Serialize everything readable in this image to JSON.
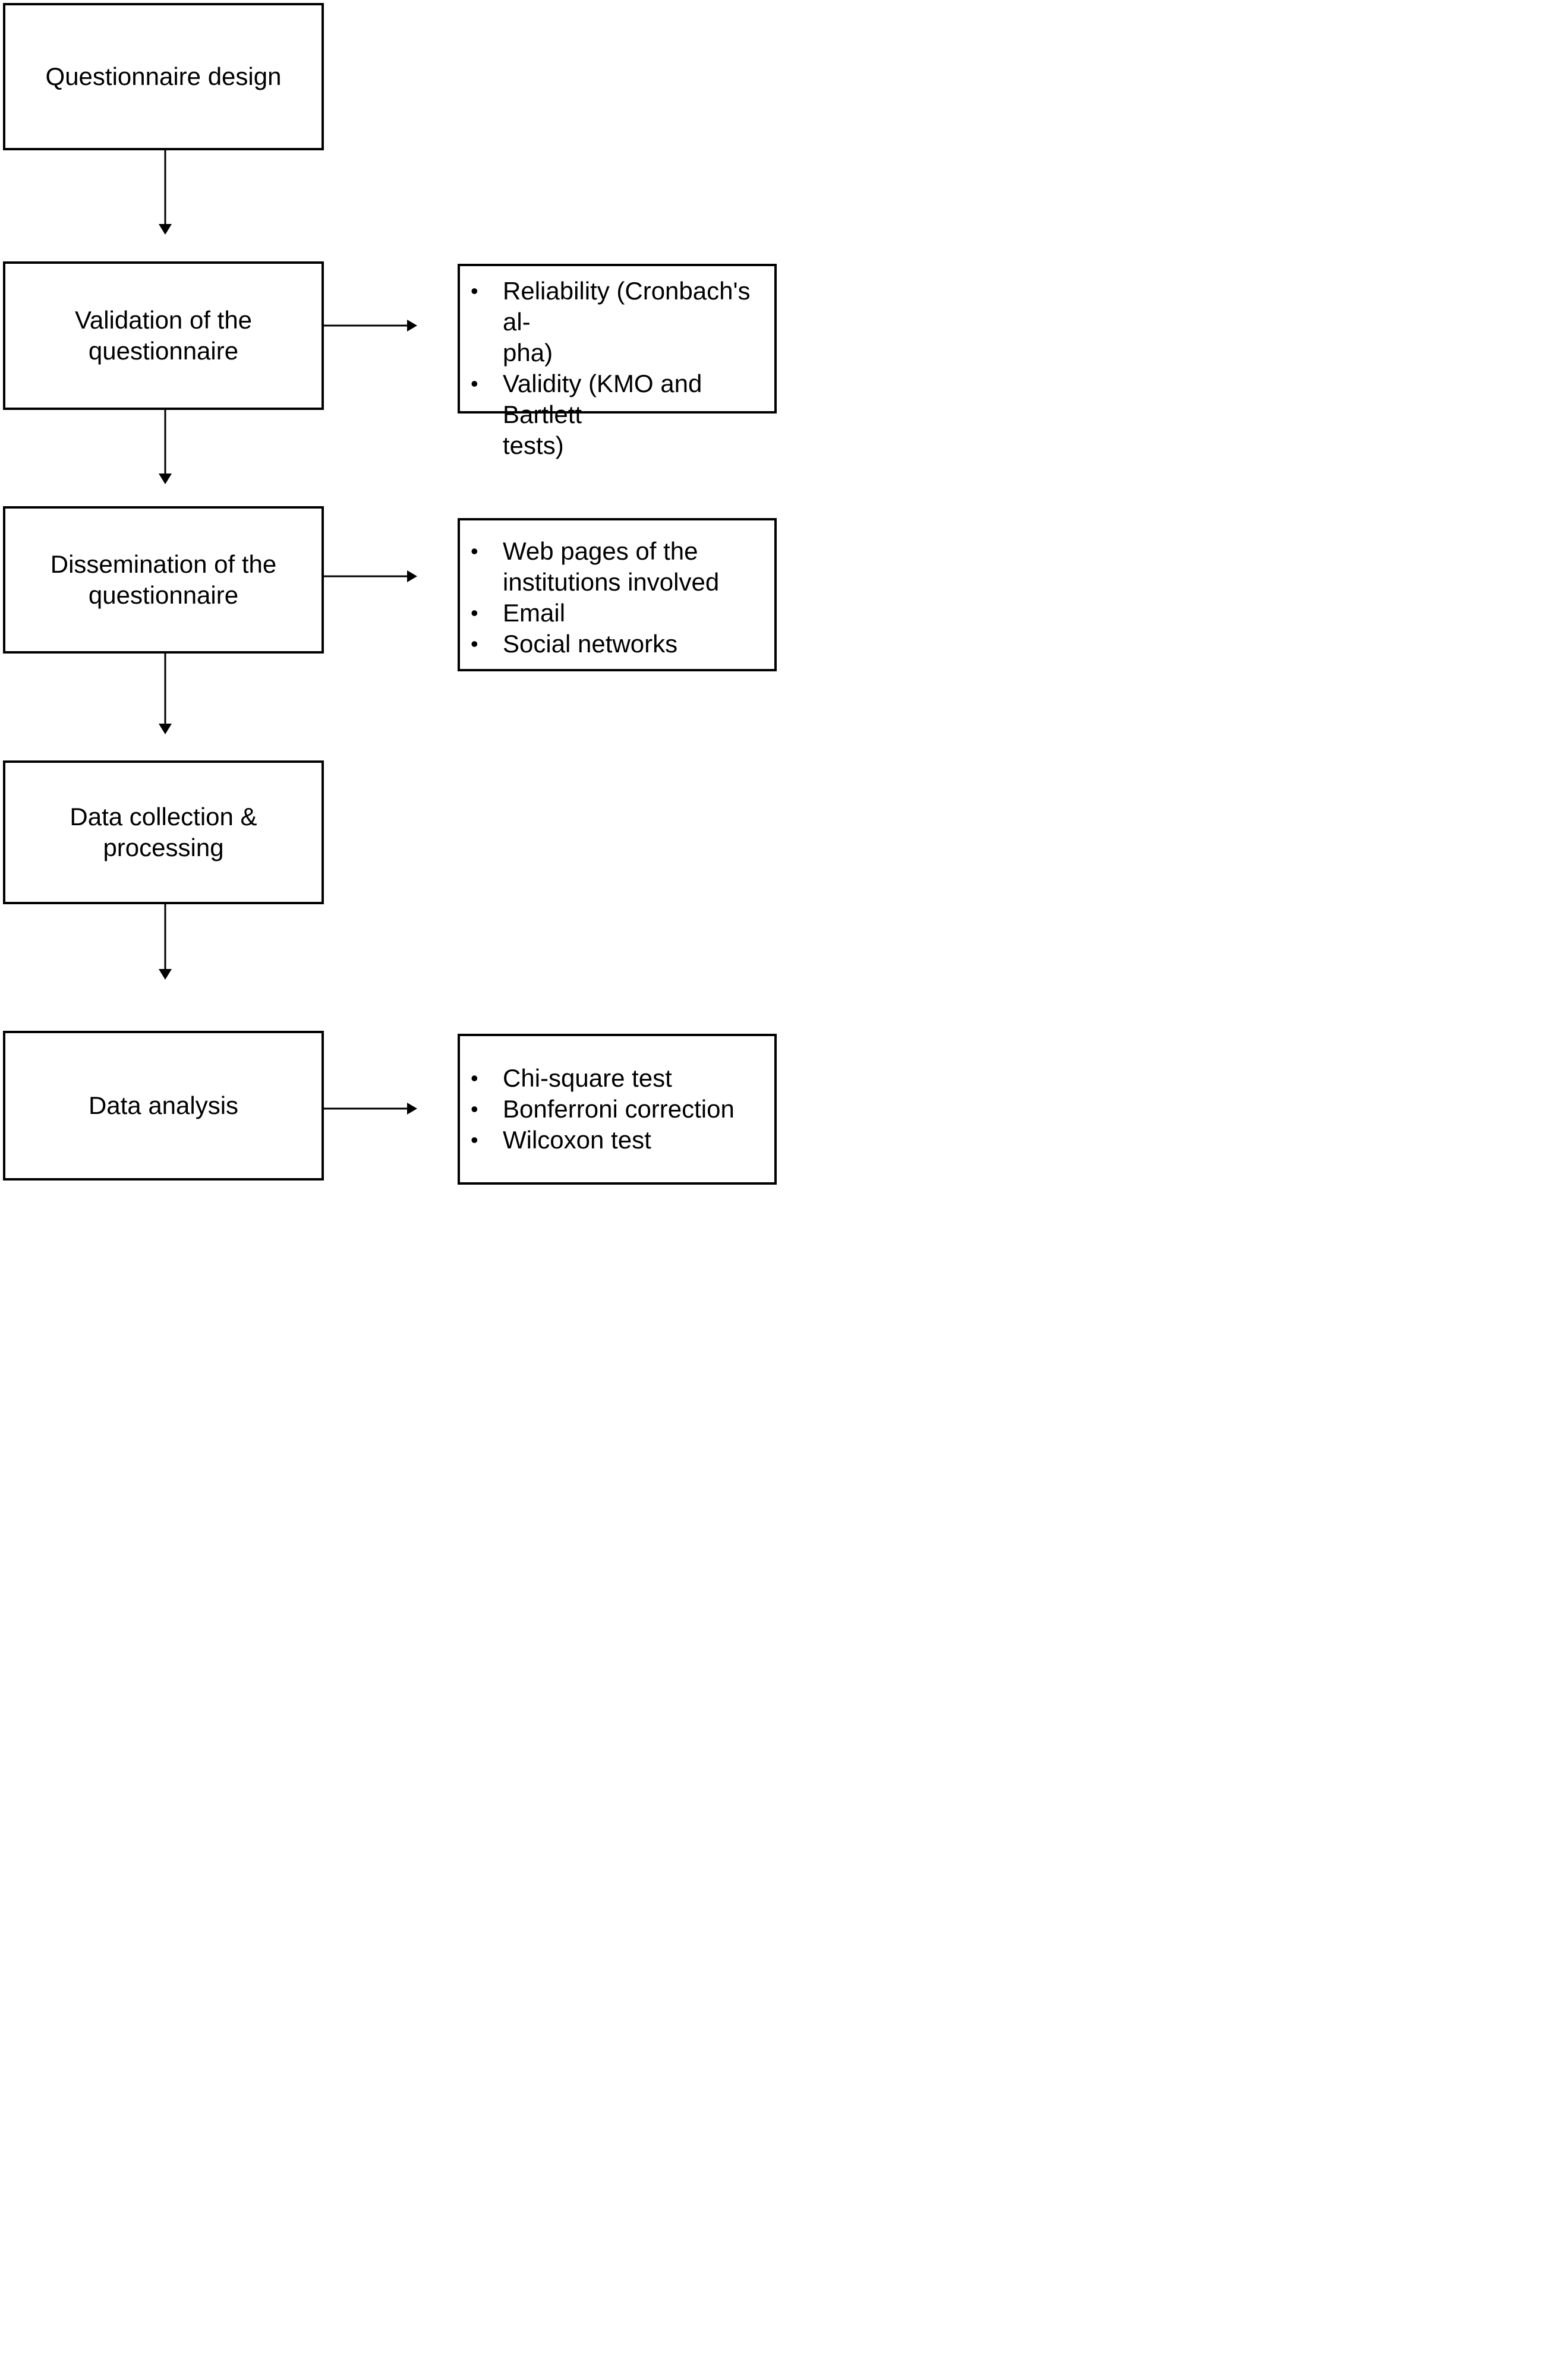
{
  "figure": {
    "background_color": "#ffffff",
    "line_color": "#000000"
  },
  "flow_boxes": [
    {
      "label": "Questionnaire design"
    },
    {
      "label": "Validation of the questionnaire"
    },
    {
      "label": "Dissemination of the questionnaire"
    },
    {
      "label": "Data collection & processing"
    },
    {
      "label": "Data analysis"
    }
  ],
  "detail_panels": [
    {
      "linked_to": "Validation of the questionnaire",
      "items": [
        {
          "lines": [
            "Reliability (Cronbach's al-",
            "pha)"
          ]
        },
        {
          "lines": [
            "Validity (KMO and Bartlett",
            "tests)"
          ]
        }
      ]
    },
    {
      "linked_to": "Dissemination of the questionnaire",
      "items": [
        {
          "lines": [
            "Web pages of the",
            "institutions involved"
          ]
        },
        {
          "lines": [
            "Email"
          ]
        },
        {
          "lines": [
            "Social networks"
          ]
        }
      ]
    },
    {
      "linked_to": "Data analysis",
      "items": [
        {
          "lines": [
            "Chi-square test"
          ]
        },
        {
          "lines": [
            "Bonferroni correction"
          ]
        },
        {
          "lines": [
            "Wilcoxon test"
          ]
        }
      ]
    }
  ],
  "icons": {
    "bullet": "•"
  }
}
